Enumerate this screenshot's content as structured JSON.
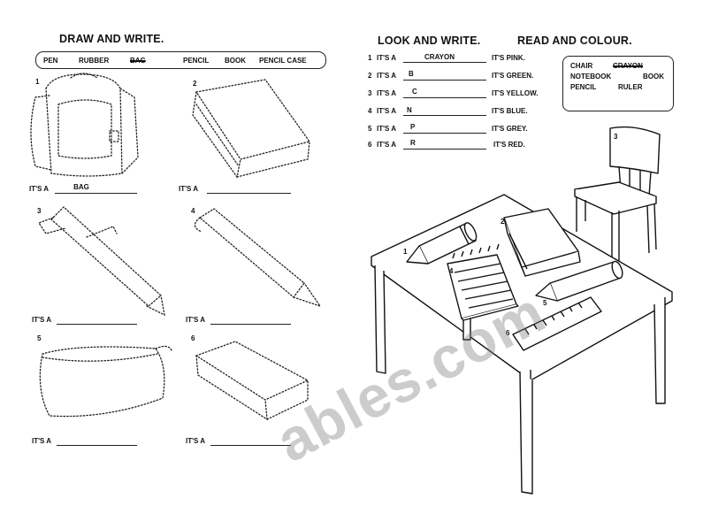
{
  "left": {
    "heading": "DRAW AND WRITE.",
    "word_bank": [
      "PEN",
      "RUBBER",
      "BAG",
      "PENCIL",
      "BOOK",
      "PENCIL CASE"
    ],
    "items": [
      {
        "number": "1",
        "prefix": "IT'S A",
        "answer": "BAG"
      },
      {
        "number": "2",
        "prefix": "IT'S A",
        "answer": ""
      },
      {
        "number": "3",
        "prefix": "IT'S A",
        "answer": ""
      },
      {
        "number": "4",
        "prefix": "IT'S A",
        "answer": ""
      },
      {
        "number": "5",
        "prefix": "IT'S A",
        "answer": ""
      },
      {
        "number": "6",
        "prefix": "IT'S A",
        "answer": ""
      }
    ]
  },
  "middle": {
    "heading": "LOOK AND WRITE.",
    "rows": [
      {
        "number": "1",
        "prefix": "IT'S A",
        "answer": "CRAYON",
        "suffix": "IT'S PINK."
      },
      {
        "number": "2",
        "prefix": "IT'S A",
        "answer": "B",
        "suffix": "IT'S GREEN."
      },
      {
        "number": "3",
        "prefix": "IT'S A",
        "answer": "C",
        "suffix": "IT'S YELLOW."
      },
      {
        "number": "4",
        "prefix": "IT'S A",
        "answer": "N",
        "suffix": "IT'S BLUE."
      },
      {
        "number": "5",
        "prefix": "IT'S A",
        "answer": "P",
        "suffix": "IT'S GREY."
      },
      {
        "number": "6",
        "prefix": "IT'S A",
        "answer": "R",
        "suffix": "IT'S RED."
      }
    ]
  },
  "right": {
    "heading": "READ AND COLOUR.",
    "words": [
      "CHAIR",
      "CRAYON",
      "NOTEBOOK",
      "BOOK",
      "PENCIL",
      "RULER"
    ]
  },
  "picture_labels": [
    "1",
    "2",
    "3",
    "4",
    "5",
    "6"
  ],
  "watermark": "ables.com"
}
